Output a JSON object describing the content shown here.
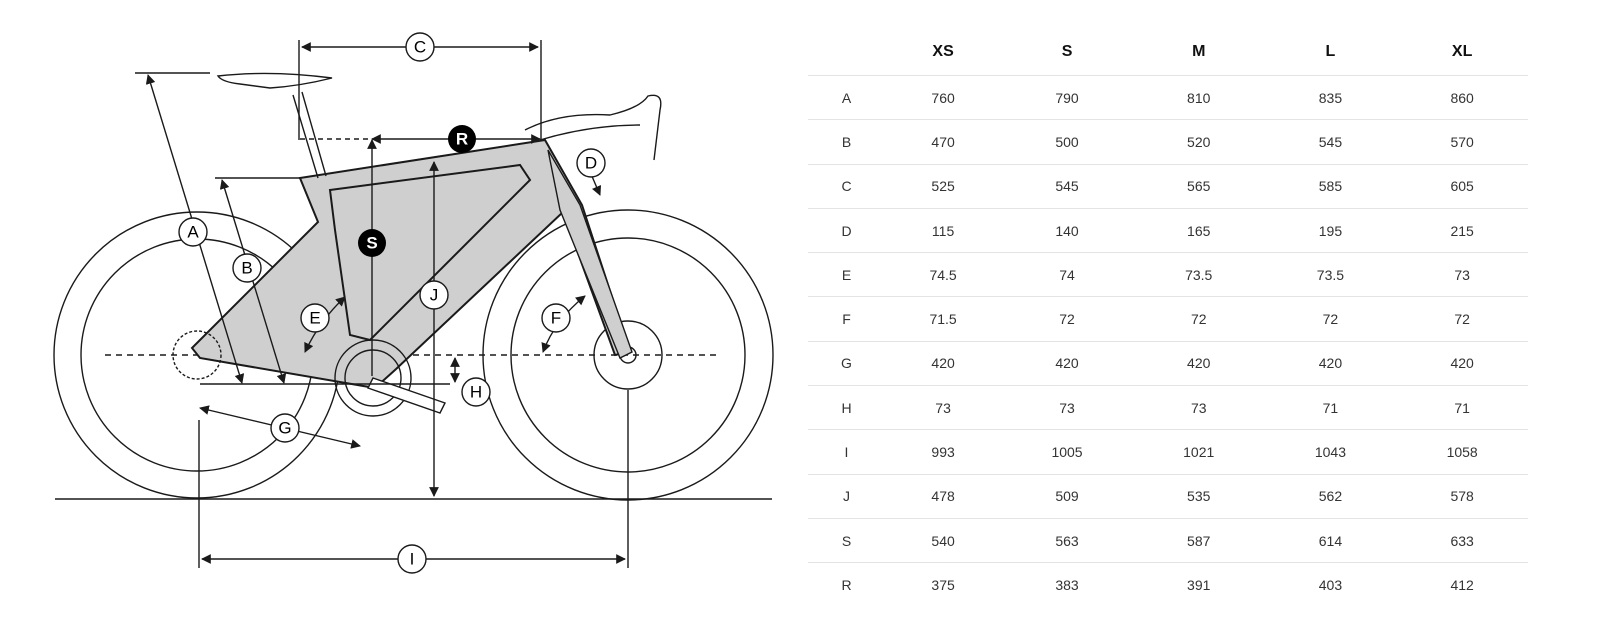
{
  "diagram": {
    "labels": {
      "A": "A",
      "B": "B",
      "C": "C",
      "D": "D",
      "E": "E",
      "F": "F",
      "G": "G",
      "H": "H",
      "I": "I",
      "J": "J",
      "S": "S",
      "R": "R"
    },
    "colors": {
      "frame": "#cfcfcf",
      "line": "#1a1a1a",
      "highlight": "#000000"
    }
  },
  "table": {
    "headers": [
      "",
      "XS",
      "S",
      "M",
      "L",
      "XL"
    ],
    "rows": [
      [
        "A",
        "760",
        "790",
        "810",
        "835",
        "860"
      ],
      [
        "B",
        "470",
        "500",
        "520",
        "545",
        "570"
      ],
      [
        "C",
        "525",
        "545",
        "565",
        "585",
        "605"
      ],
      [
        "D",
        "115",
        "140",
        "165",
        "195",
        "215"
      ],
      [
        "E",
        "74.5",
        "74",
        "73.5",
        "73.5",
        "73"
      ],
      [
        "F",
        "71.5",
        "72",
        "72",
        "72",
        "72"
      ],
      [
        "G",
        "420",
        "420",
        "420",
        "420",
        "420"
      ],
      [
        "H",
        "73",
        "73",
        "73",
        "71",
        "71"
      ],
      [
        "I",
        "993",
        "1005",
        "1021",
        "1043",
        "1058"
      ],
      [
        "J",
        "478",
        "509",
        "535",
        "562",
        "578"
      ],
      [
        "S",
        "540",
        "563",
        "587",
        "614",
        "633"
      ],
      [
        "R",
        "375",
        "383",
        "391",
        "403",
        "412"
      ]
    ]
  }
}
